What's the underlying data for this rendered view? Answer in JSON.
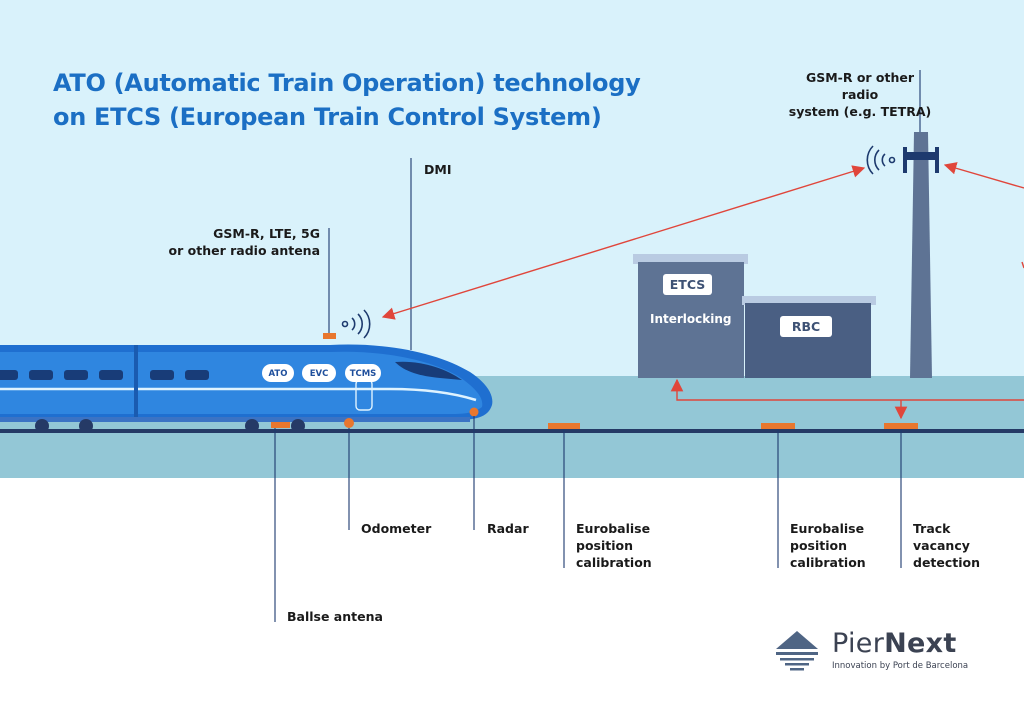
{
  "title": {
    "line1": "ATO (Automatic Train Operation) technology",
    "line2": "on ETCS (European Train Control System)"
  },
  "labels": {
    "dmi": "DMI",
    "gsmr_train_1": "GSM-R, LTE, 5G",
    "gsmr_train_2": "or other radio antena",
    "gsmr_tower_1": "GSM-R or other radio",
    "gsmr_tower_2": "system (e.g. TETRA)",
    "odometer": "Odometer",
    "radar": "Radar",
    "balise_antenna": "Ballse antena",
    "eurobalise_a": [
      "Eurobalise",
      "position",
      "calibration"
    ],
    "eurobalise_b": [
      "Eurobalise",
      "position",
      "calibration"
    ],
    "track_vacancy": [
      "Track",
      "vacancy",
      "detection"
    ]
  },
  "train_badges": {
    "ato": "ATO",
    "evc": "EVC",
    "tcms": "TCMS"
  },
  "building": {
    "etcs": "ETCS",
    "interlocking": "Interlocking",
    "rbc": "RBC"
  },
  "logo": {
    "name_light": "Pier",
    "name_bold": "Next",
    "tagline": "Innovation by Port de Barcelona"
  },
  "colors": {
    "sky": "#d9f2fb",
    "ground": "#93c7d6",
    "title": "#1b6fc4",
    "train_blue": "#2f86e0",
    "arrow_red": "#e0463b",
    "balise_orange": "#e8772e",
    "building_slate": "#5e7394",
    "rail_navy": "#253a66"
  }
}
